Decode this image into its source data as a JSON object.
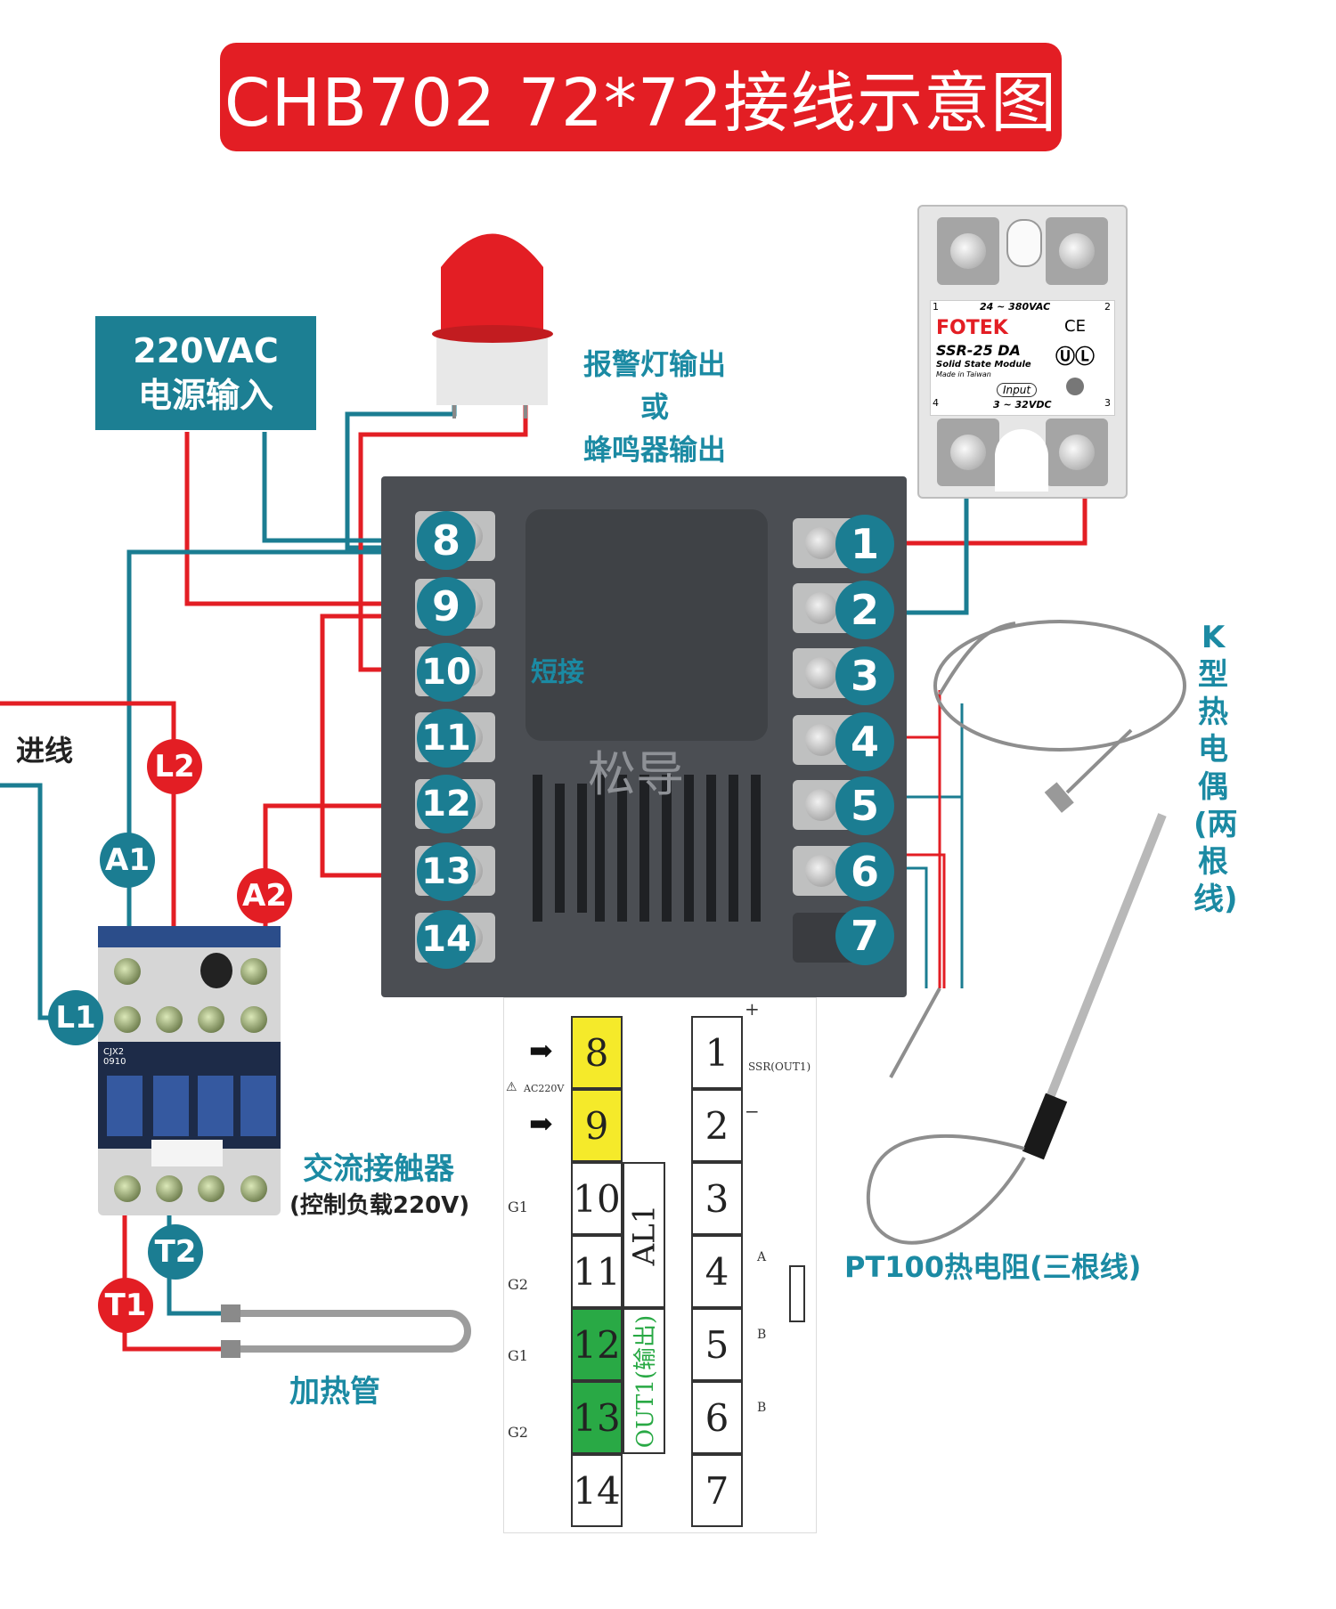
{
  "title": "CHB702  72*72接线示意图",
  "power_input": {
    "line1": "220VAC",
    "line2": "电源输入"
  },
  "alarm_caption": {
    "line1": "报警灯输出",
    "line2": "或",
    "line3": "蜂鸣器输出"
  },
  "left_terminals": [
    "8",
    "9",
    "10",
    "11",
    "12",
    "13",
    "14"
  ],
  "right_terminals": [
    "1",
    "2",
    "3",
    "4",
    "5",
    "6",
    "7"
  ],
  "short_label": "短接",
  "watermark": "松导",
  "incoming_label": "进线",
  "contactor_tags": {
    "l2": "L2",
    "a1": "A1",
    "a2": "A2",
    "l1": "L1",
    "t2": "T2",
    "t1": "T1"
  },
  "contactor_caption": {
    "line1": "交流接触器",
    "line2": "(控制负载220V)"
  },
  "contactor_model": "CJX2\n0910",
  "heater_caption": "加热管",
  "thermocouple_caption": "K型热电偶(两根线)",
  "rtd_caption": "PT100热电阻(三根线)",
  "ssr": {
    "voltage_out": "24 ~ 380VAC",
    "brand": "FOTEK",
    "model": "SSR-25 DA",
    "subtitle": "Solid State Module",
    "origin": "Made in Taiwan",
    "input_label": "Input",
    "voltage_in": "3 ~ 32VDC",
    "ce": "CE",
    "pin1": "1",
    "pin2": "2",
    "pin3": "3",
    "pin4": "4"
  },
  "wiring_chart": {
    "left_column": [
      "8",
      "9",
      "10",
      "11",
      "12",
      "13",
      "14"
    ],
    "right_column": [
      "1",
      "2",
      "3",
      "4",
      "5",
      "6",
      "7"
    ],
    "al1": "AL1",
    "out1": "OUT1(输出)",
    "ac220v": "AC220V",
    "ssr_out": "SSR(OUT1)",
    "g1_a": "G1",
    "g2_a": "G2",
    "g1_b": "G1",
    "g2_b": "G2",
    "plus": "+",
    "minus": "−",
    "a": "A",
    "b1": "B",
    "b2": "B"
  },
  "colors": {
    "red": "#e31e24",
    "teal": "#1b7d92",
    "yellow": "#f5ea2a",
    "green": "#29a945"
  }
}
